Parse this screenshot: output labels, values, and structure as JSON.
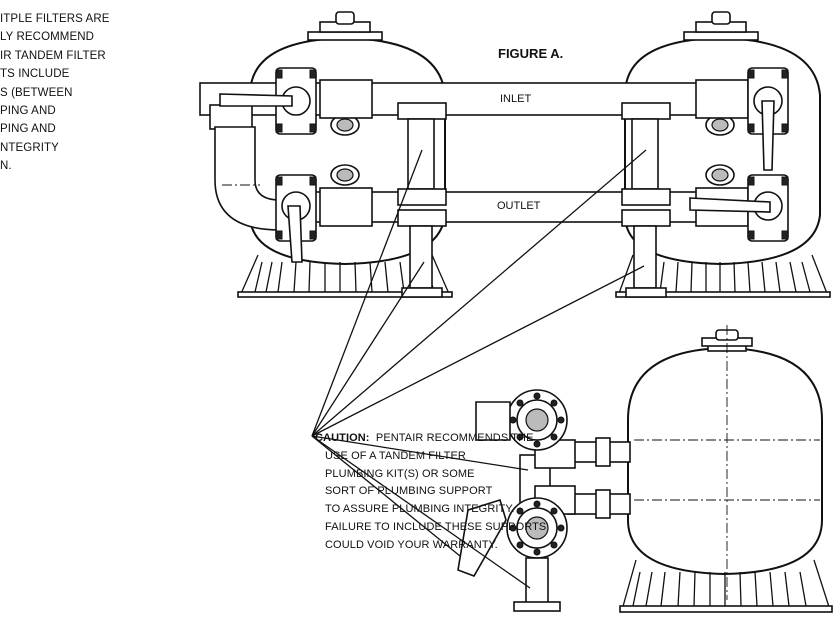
{
  "figure_title": "FIGURE A.",
  "labels": {
    "inlet": "INLET",
    "outlet": "OUTLET"
  },
  "left_note": [
    "ITPLE FILTERS ARE",
    "LY RECOMMEND",
    "IR TANDEM FILTER",
    "TS INCLUDE",
    "S (BETWEEN",
    "PING AND",
    "PING AND",
    "NTEGRITY",
    "N."
  ],
  "caution": {
    "heading": "CAUTION:",
    "lines": [
      "PENTAIR RECOMMENDS THE",
      "USE OF A TANDEM FILTER",
      "PLUMBING KIT(S) OR SOME",
      "SORT OF PLUMBING SUPPORT",
      "TO ASSURE PLUMBING INTEGRITY.",
      "FAILURE TO INCLUDE THESE SUPPORTS",
      "COULD VOID YOUR WARRANTY."
    ]
  }
}
